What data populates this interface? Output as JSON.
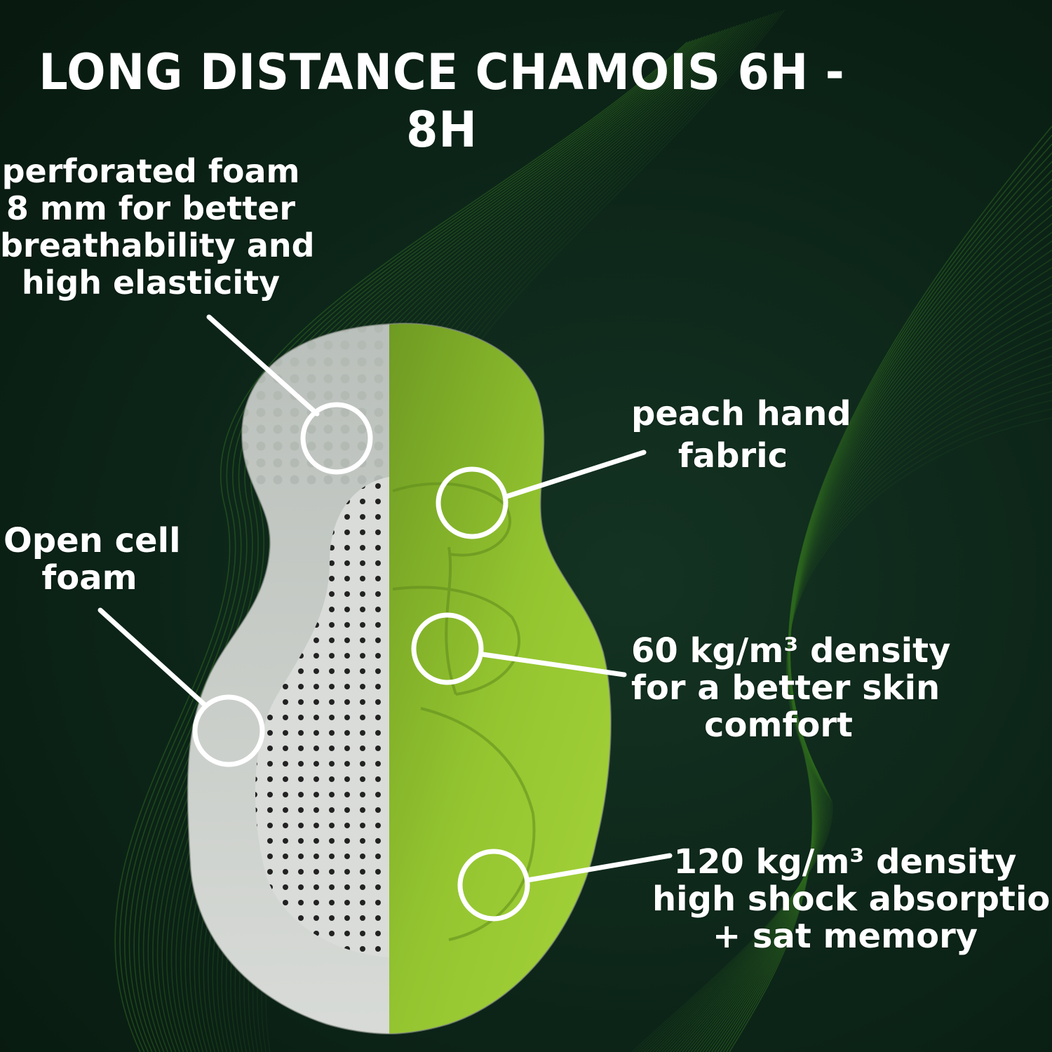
{
  "title": "LONG DISTANCE CHAMOIS 6H - 8H",
  "callouts": {
    "perforated_foam": {
      "lines": [
        "perforated foam",
        "8 mm for better",
        "breathability and",
        "high elasticity"
      ]
    },
    "open_cell_foam": {
      "lines": [
        "Open cell",
        "foam"
      ]
    },
    "peach_hand_fabric": {
      "lines": [
        "peach hand",
        "fabric"
      ]
    },
    "density_60": {
      "lines": [
        "60 kg/m³ density",
        "for a better skin",
        "comfort"
      ]
    },
    "density_120": {
      "lines": [
        "120 kg/m³ density",
        "high shock absorption",
        "+ sat memory"
      ]
    }
  },
  "colors": {
    "background": "#0c2418",
    "wave_lines": "#2f6a1f",
    "pad_grey": "#c9cdc8",
    "pad_green": "#8fbf2c",
    "callout": "#ffffff"
  }
}
